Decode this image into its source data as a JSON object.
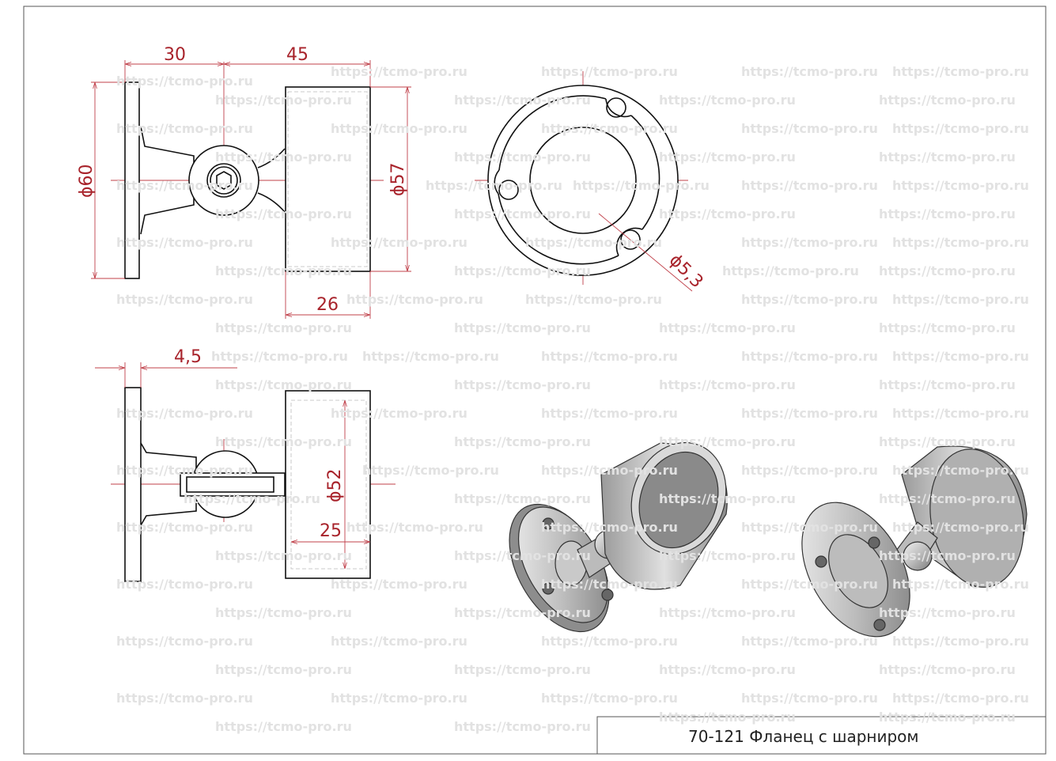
{
  "watermark": "https://tcmo-pro.ru",
  "title_block": {
    "text": "70-121 Фланец с шарниром"
  },
  "dimensions": {
    "top_view": {
      "d30": "30",
      "d45": "45",
      "dia60": "ϕ60",
      "dia57": "ϕ57",
      "d26": "26"
    },
    "flange_view": {
      "hole_dia": "ϕ5,3"
    },
    "side_view": {
      "d4_5": "4,5",
      "dia52": "ϕ52",
      "d25": "25"
    }
  },
  "colors": {
    "dimension": "#a8232b",
    "line": "#111111",
    "watermark": "#e2e2e2"
  }
}
